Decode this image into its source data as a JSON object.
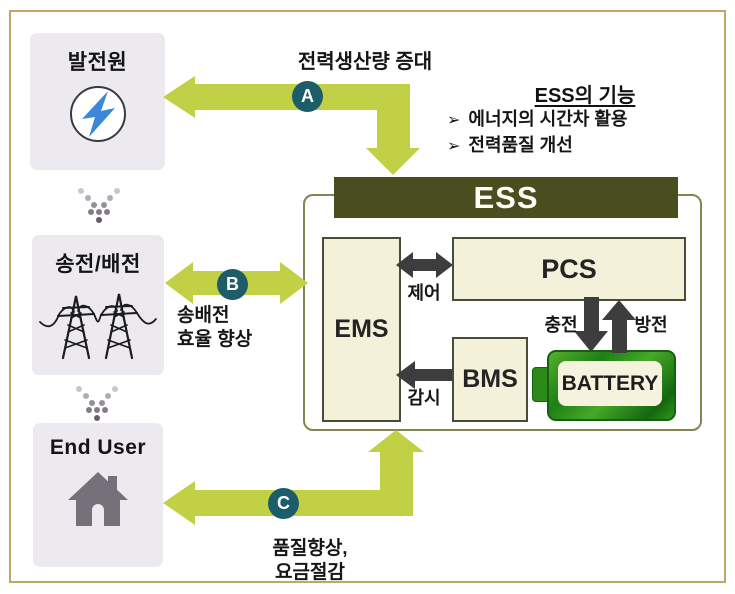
{
  "nodes": {
    "source": {
      "label": "발전원"
    },
    "grid": {
      "label": "송전/배전"
    },
    "end_user": {
      "label": "End User"
    }
  },
  "arrows": {
    "a": {
      "badge": "A",
      "label": "전력생산량 증대"
    },
    "b": {
      "badge": "B",
      "label_line1": "송배전",
      "label_line2": "효율 향상"
    },
    "c": {
      "badge": "C",
      "label_line1": "품질향상,",
      "label_line2": "요금절감"
    }
  },
  "functions_panel": {
    "title": "ESS의 기능",
    "bullet": "➢",
    "items": [
      "에너지의 시간차 활용",
      "전력품질 개선"
    ]
  },
  "ess": {
    "title": "ESS",
    "ems": "EMS",
    "pcs": "PCS",
    "bms": "BMS",
    "battery": "BATTERY",
    "control": "제어",
    "monitor": "감시",
    "charge": "충전",
    "discharge": "방전"
  },
  "colors": {
    "arrow_green": "#c1d044",
    "badge_teal": "#1d5d69",
    "ess_bar": "#4a4e1f",
    "box_cream": "#f3f1da",
    "battery_green": "#2f9e23",
    "node_bg": "#edeaef",
    "dark_arrow": "#3d3d3d",
    "frame_border": "#b9aa68"
  }
}
